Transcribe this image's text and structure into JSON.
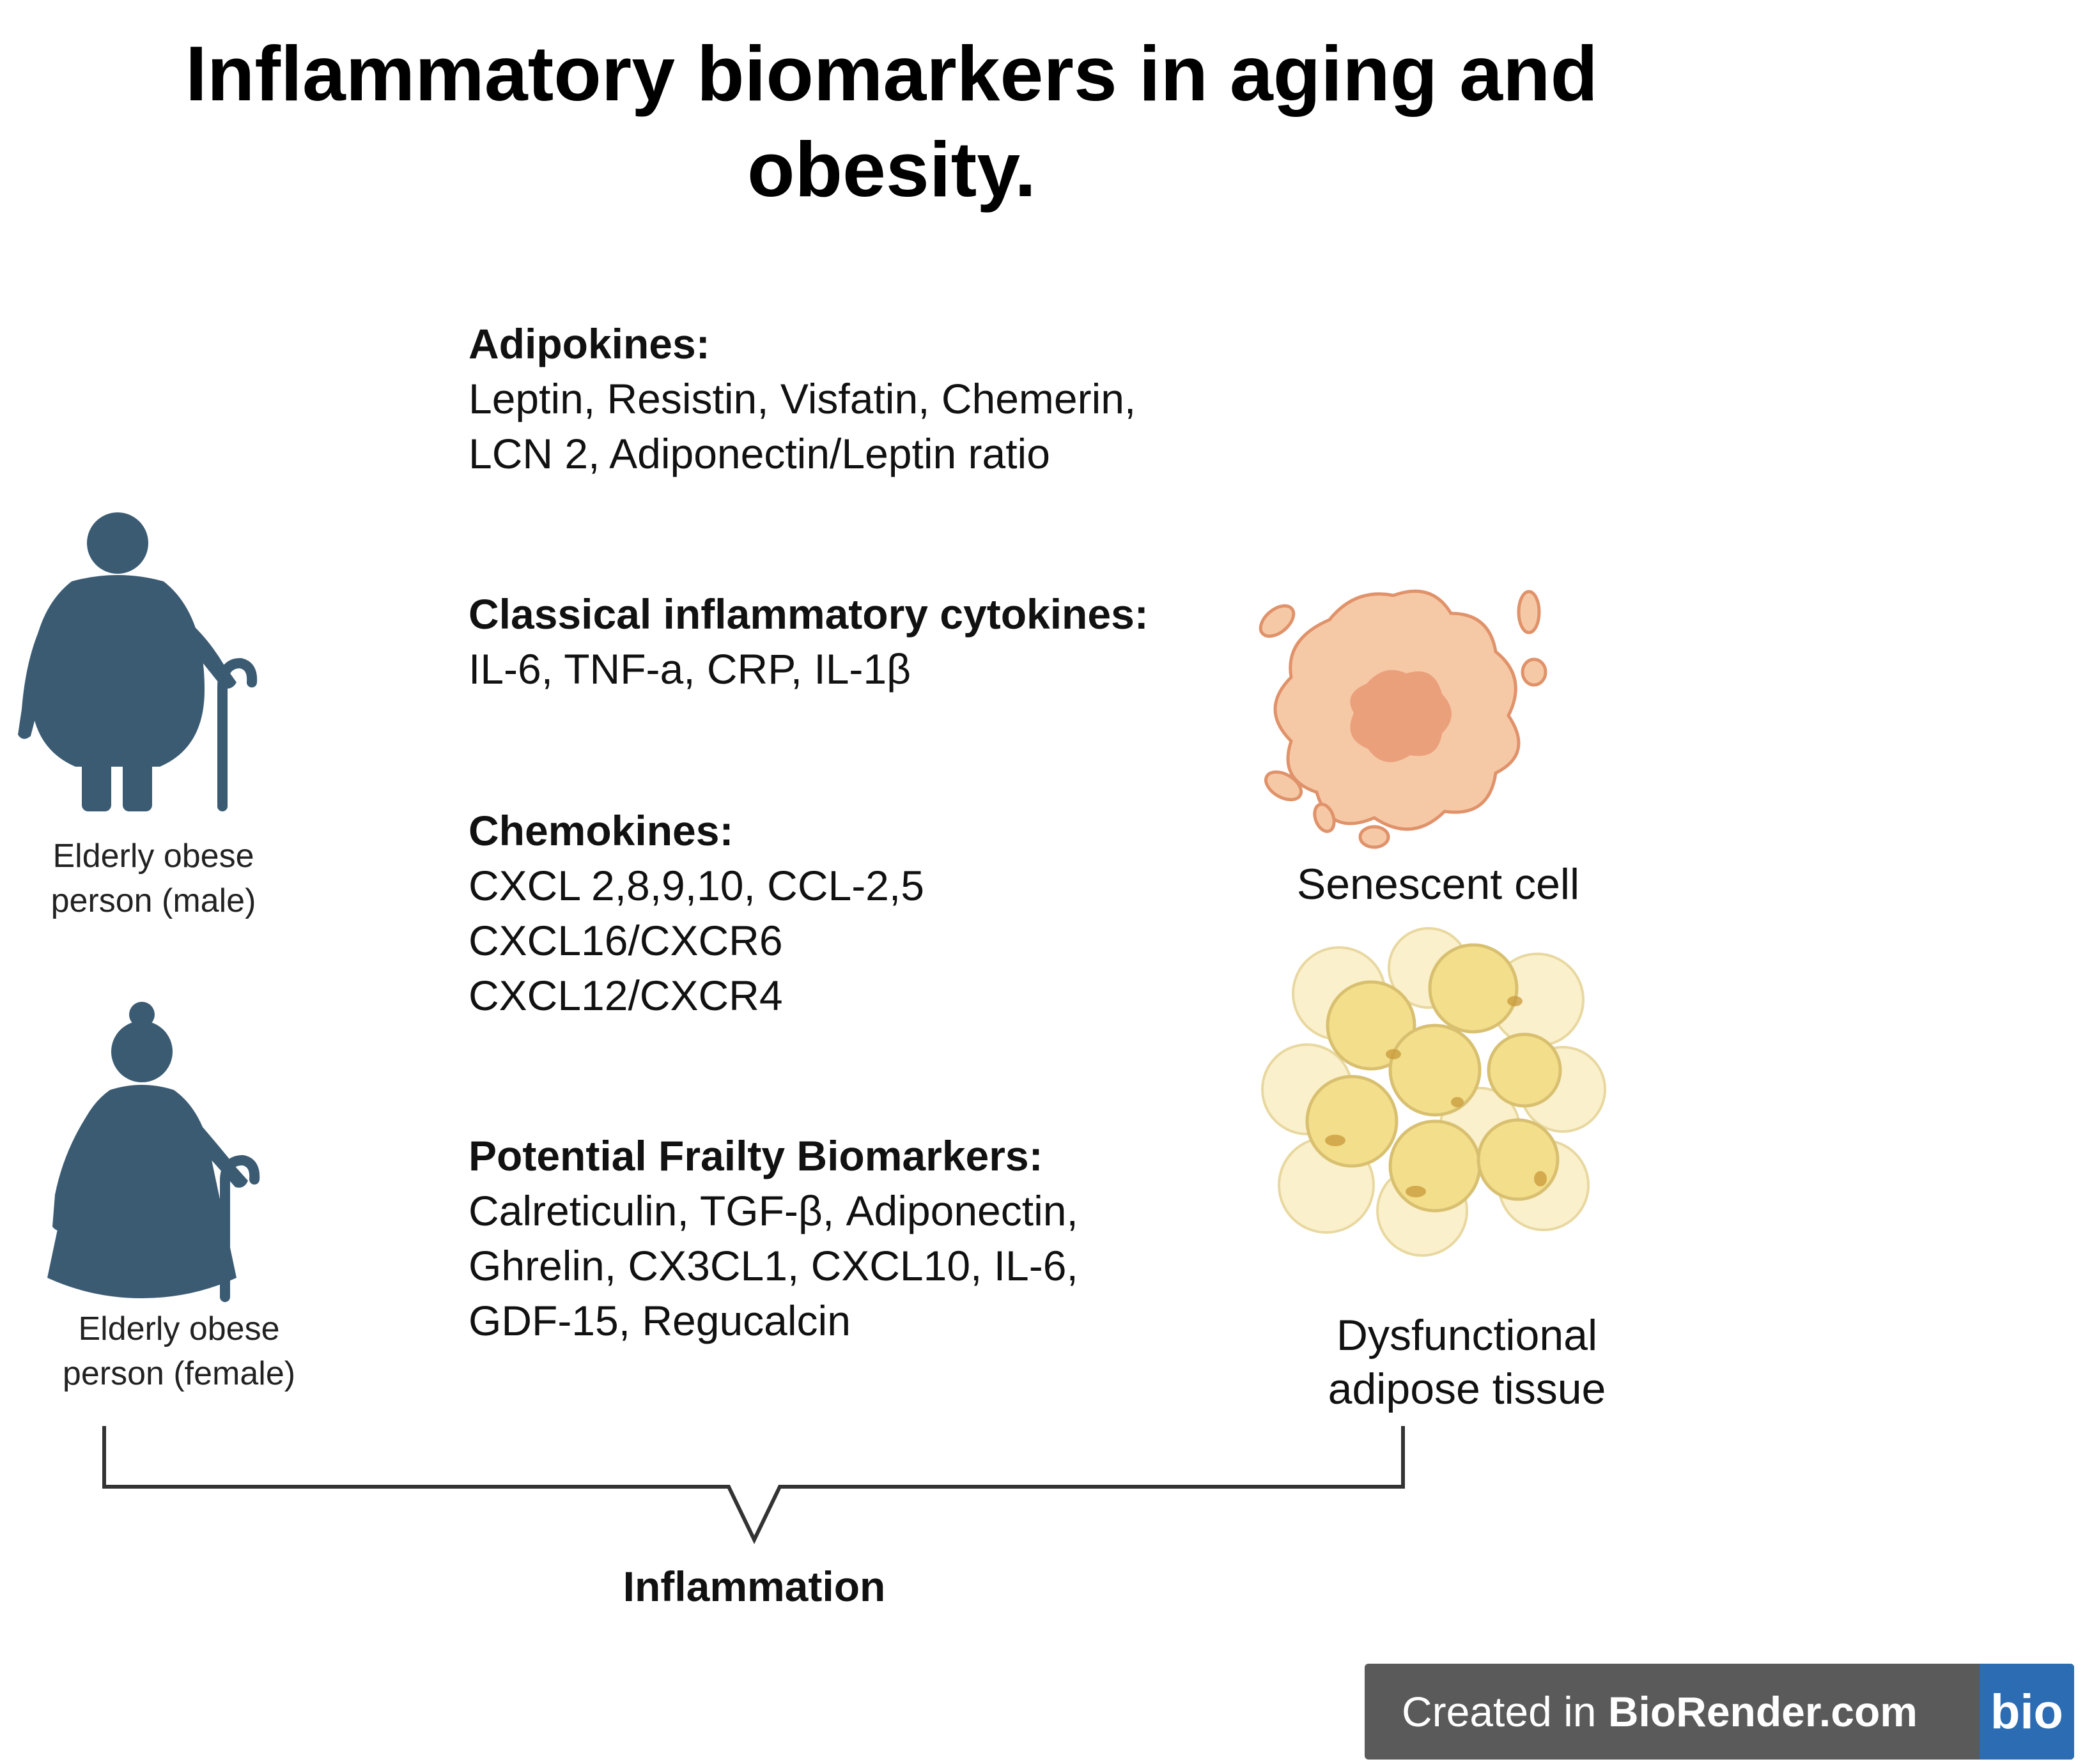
{
  "title": {
    "line1": "Inflammatory biomarkers in aging and",
    "line2": "obesity."
  },
  "sections": [
    {
      "heading": "Adipokines:",
      "lines": [
        "Leptin, Resistin, Visfatin, Chemerin,",
        "LCN 2, Adiponectin/Leptin ratio"
      ]
    },
    {
      "heading": "Classical inflammatory cytokines:",
      "lines": [
        "IL-6, TNF-a, CRP, IL-1β"
      ]
    },
    {
      "heading": "Chemokines:",
      "lines": [
        "CXCL 2,8,9,10, CCL-2,5",
        "CXCL16/CXCR6",
        "CXCL12/CXCR4"
      ]
    },
    {
      "heading": "Potential Frailty Biomarkers:",
      "lines": [
        "Calreticulin, TGF-β, Adiponectin,",
        "Ghrelin, CX3CL1, CXCL10, IL-6,",
        "GDF-15, Regucalcin"
      ]
    }
  ],
  "figures": {
    "male": {
      "line1": "Elderly obese",
      "line2": "person (male)",
      "icon": "elderly-obese-male-icon"
    },
    "female": {
      "line1": "Elderly obese",
      "line2": "person (female)",
      "icon": "elderly-obese-female-icon"
    },
    "senescent": {
      "label": "Senescent cell",
      "icon": "senescent-cell-icon"
    },
    "adipose": {
      "line1": "Dysfunctional",
      "line2": "adipose tissue",
      "icon": "adipose-tissue-icon"
    }
  },
  "bracket_label": "Inflammation",
  "watermark": {
    "prefix": "Created in ",
    "brand": "BioRender.com",
    "logo": "bio"
  },
  "colors": {
    "person": "#3b5b73",
    "cell_body": "#f6c9a6",
    "cell_nucleus": "#eba07c",
    "cell_outline": "#e0926a",
    "adipocyte_light": "#fbf0cc",
    "adipocyte_dark": "#f3de8c",
    "adipocyte_outline": "#d8c070",
    "watermark_bg": "#5a5a5a",
    "logo_bg": "#2b6cb3"
  }
}
